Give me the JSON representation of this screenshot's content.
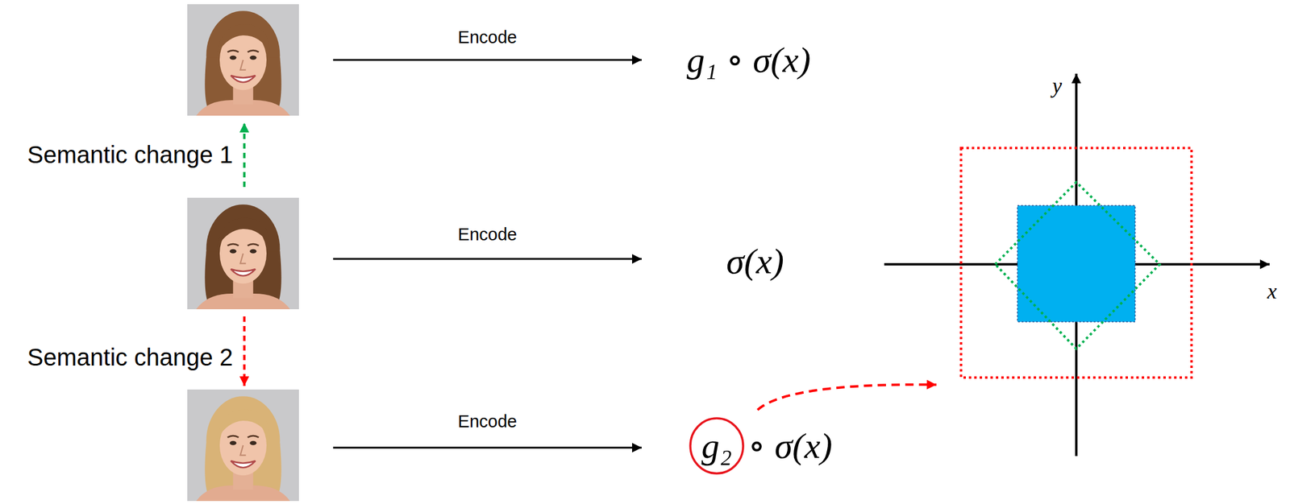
{
  "diagram": {
    "nodes": [
      {
        "text": [
          "g₂"
        ]
      }
    ],
    "labels": [
      "Encode",
      "g₁ ∘ σ(x)",
      "Semantic change 1",
      "Encode",
      "σ(x)",
      "Semantic change 2",
      "Encode",
      "∘ σ(x)",
      "y",
      "x"
    ]
  }
}
